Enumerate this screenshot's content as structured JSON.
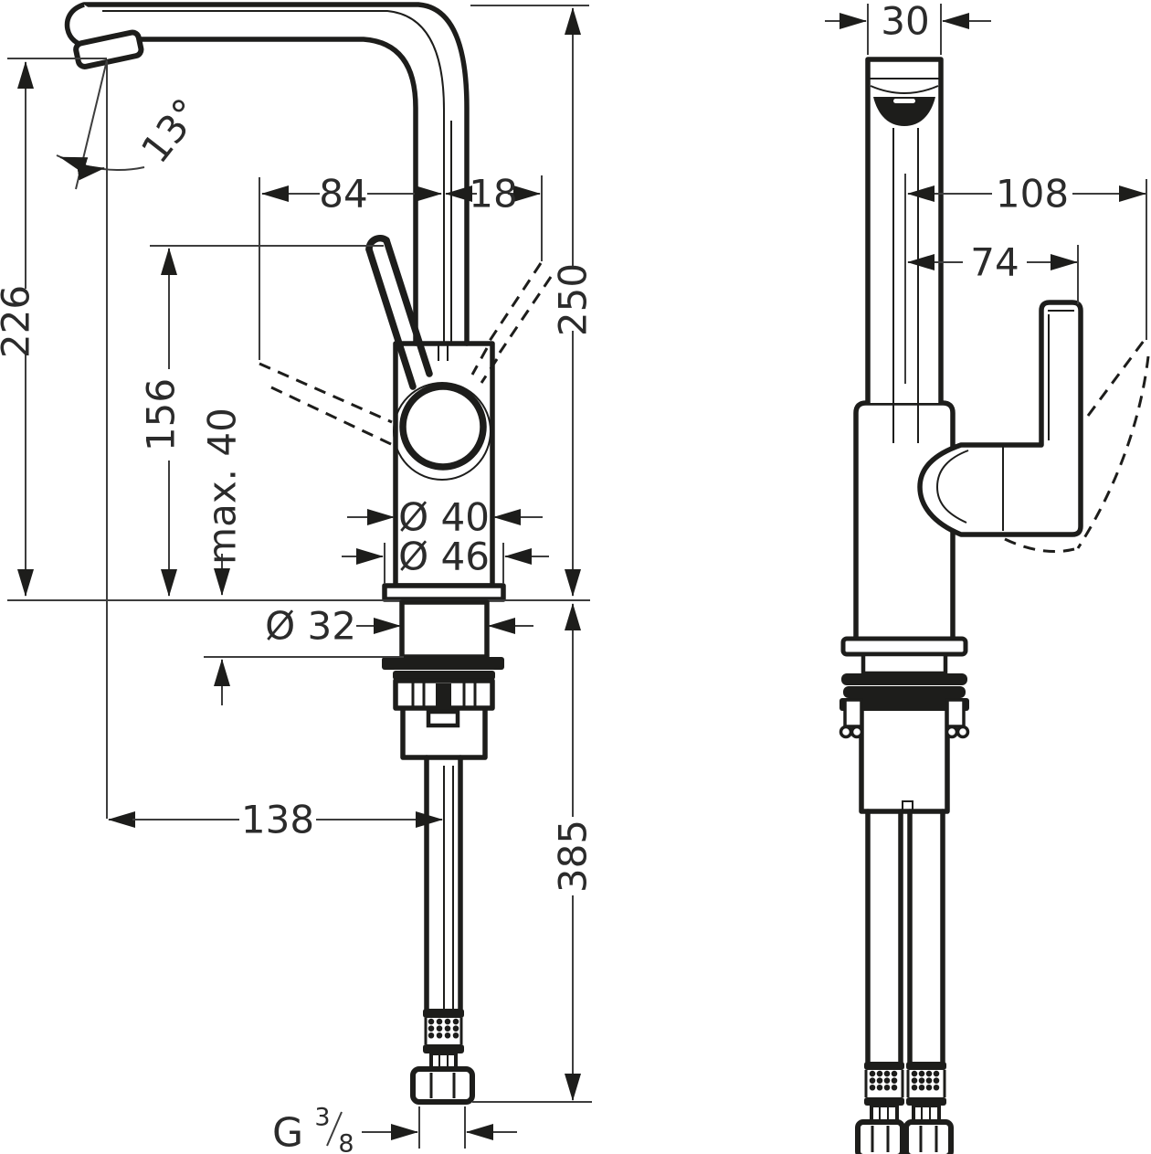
{
  "figure": {
    "type": "technical-dimension-drawing",
    "subject": "Single-lever high-spout faucet, side view and front view with installation dimensions",
    "units": "mm",
    "colors": {
      "background": "#ffffff",
      "object_line": "#1d1d1b",
      "dimension_line": "#3d3d3d",
      "text": "#2b2b2b"
    }
  },
  "dimensions": {
    "side_view": {
      "overall_height": "226",
      "spout_angle": "13°",
      "spout_reach": "84",
      "spout_offset": "18",
      "height_above_deck": "250",
      "lever_height": "156",
      "max_deck_thickness": "max. 40",
      "body_diameter": "Ø 40",
      "base_diameter": "Ø 46",
      "shank_diameter": "Ø 32",
      "hose_center_offset": "138",
      "below_deck_length": "385",
      "thread_prefix": "G",
      "thread_numerator": "3",
      "thread_denominator": "8"
    },
    "front_view": {
      "spout_width": "30",
      "handle_reach": "108",
      "handle_offset": "74"
    }
  }
}
